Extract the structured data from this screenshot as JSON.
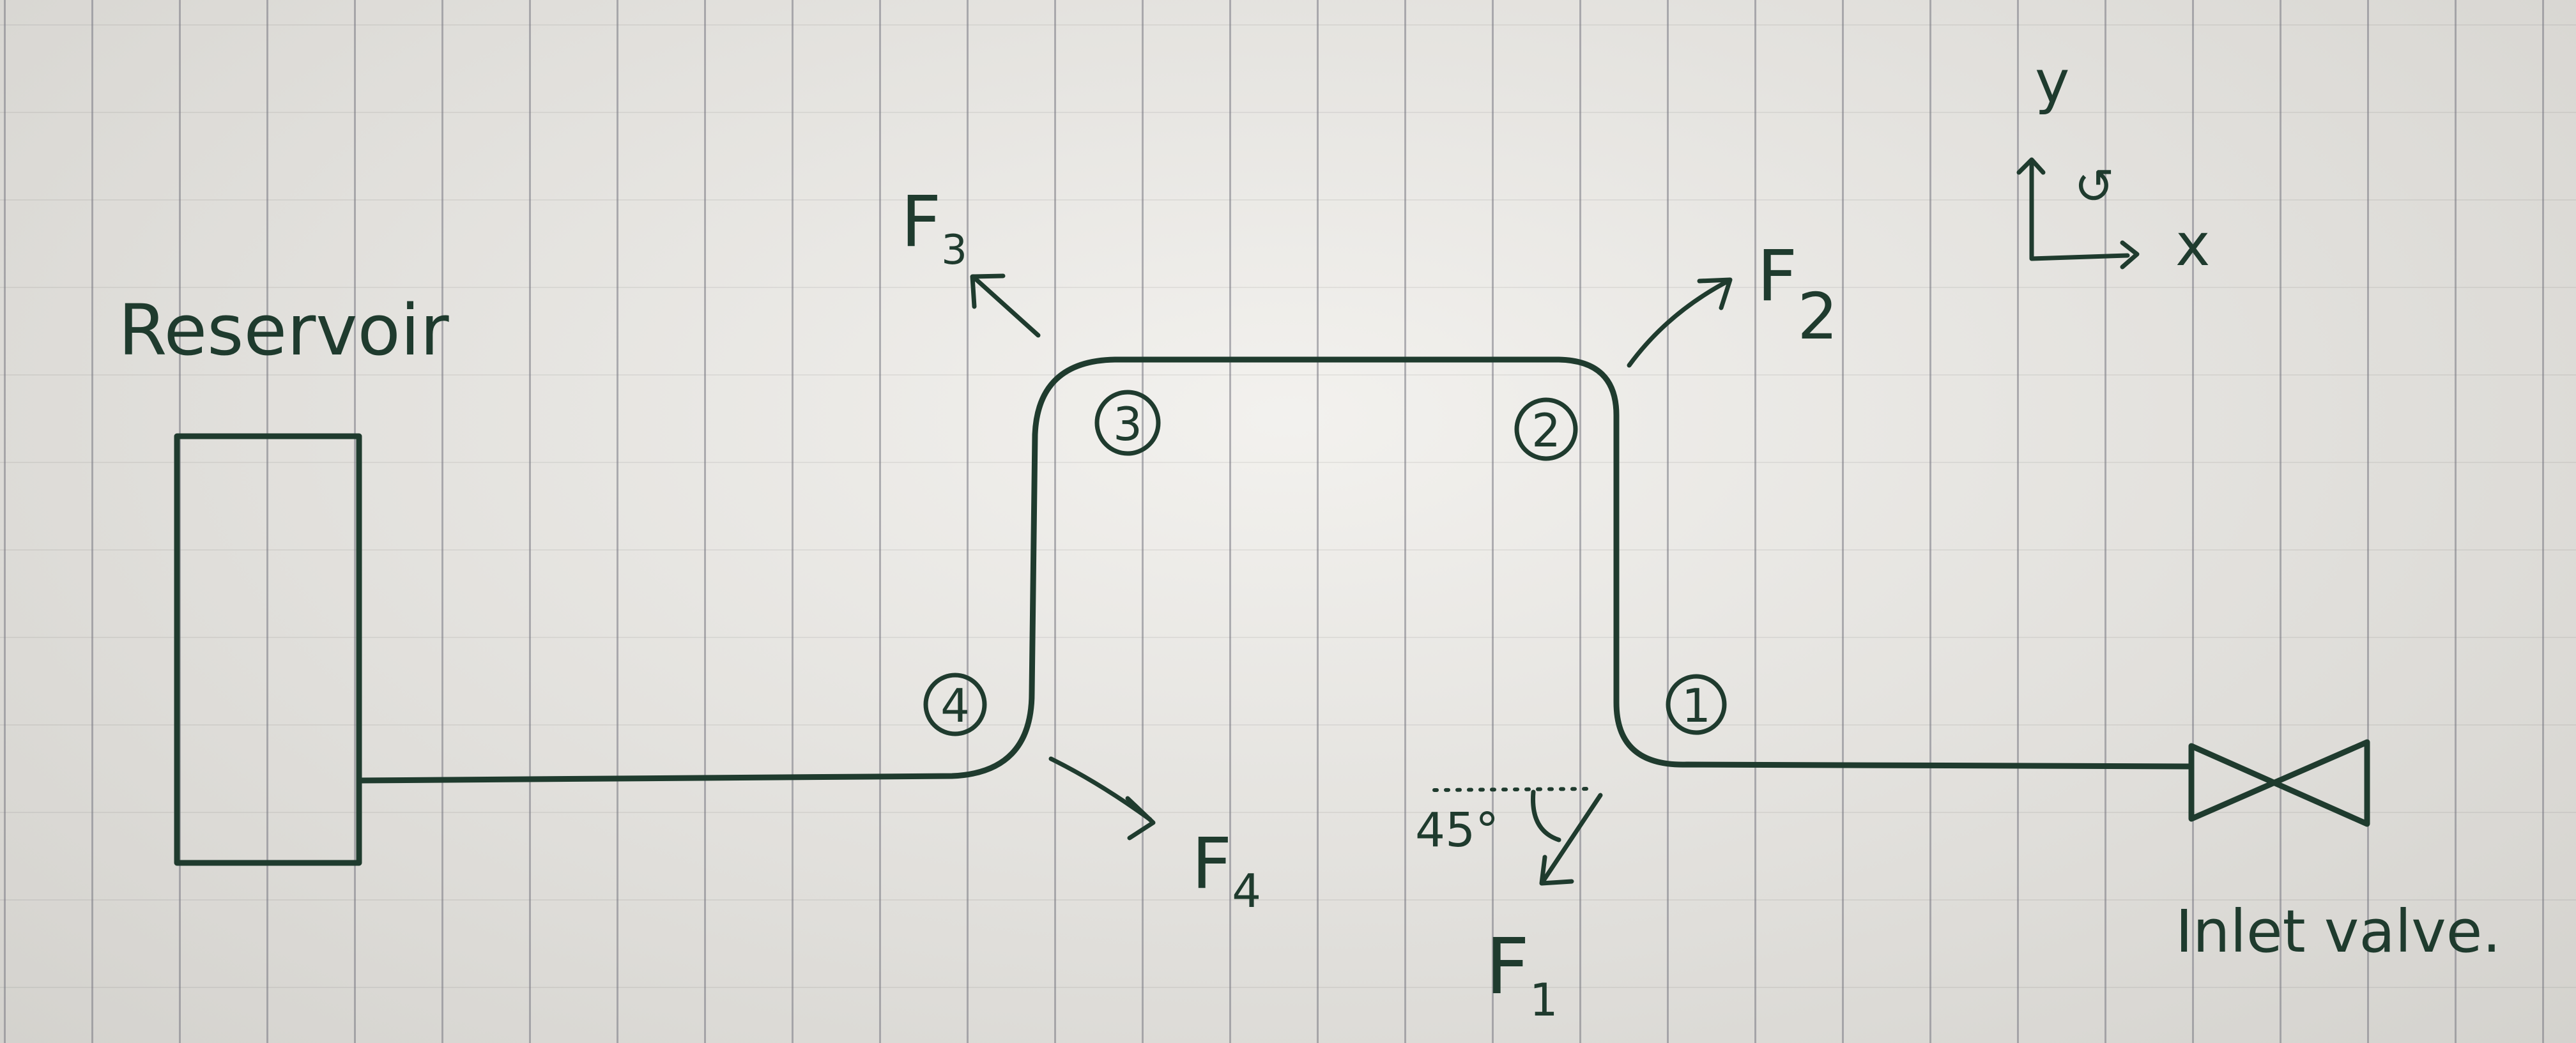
{
  "labels": {
    "reservoir": "Reservoir",
    "inlet_valve": "Inlet valve.",
    "angle": "45°",
    "axis_y": "y",
    "axis_x": "x",
    "rotation_symbol": "↺"
  },
  "nodes": [
    "1",
    "2",
    "3",
    "4"
  ],
  "forces": {
    "f1": {
      "letter": "F",
      "sub": "1"
    },
    "f2": {
      "letter": "F",
      "sub": "2"
    },
    "f3": {
      "letter": "F",
      "sub": "3"
    },
    "f4": {
      "letter": "F",
      "sub": "4"
    }
  },
  "colors": {
    "ink": "#1f3b2e",
    "paper": "#eceae5",
    "rule": "#8a8a92"
  }
}
